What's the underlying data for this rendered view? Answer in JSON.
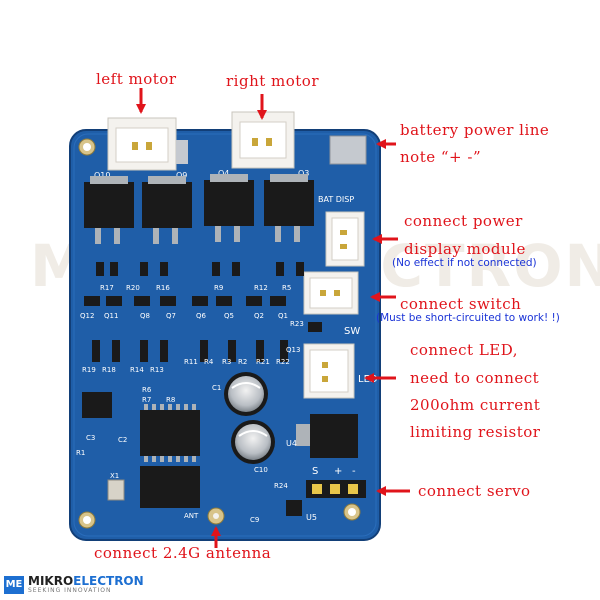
{
  "labels": {
    "left_motor": "left motor",
    "right_motor": "right motor",
    "battery_line1": "battery power line",
    "battery_line2": "note “+ -”",
    "power_line1": "connect power",
    "power_line2": "display module",
    "power_note": "(No effect if not connected)",
    "switch": "connect switch",
    "switch_note": "(Must be short-circuited to work! !)",
    "led_line1": "connect LED,",
    "led_line2": "need to connect",
    "led_line3": "200ohm current",
    "led_line4": "limiting resistor",
    "servo": "connect servo",
    "antenna": "connect 2.4G antenna"
  },
  "silkscreen": {
    "q10": "Q10",
    "q9": "Q9",
    "q4": "Q4",
    "q3": "Q3",
    "bat_disp": "BAT DISP",
    "sw": "SW",
    "led": "LED",
    "s_pin": "S",
    "plus": "+",
    "minus": "-",
    "u4": "U4",
    "u5": "U5",
    "r24": "R24",
    "ant": "ANT",
    "x1": "X1",
    "c9": "C9",
    "c10": "C10",
    "c1": "C1",
    "c2": "C2",
    "c3": "C3",
    "r8": "R8",
    "r6": "R6",
    "r7": "R7",
    "r1": "R1",
    "q12": "Q12",
    "q11": "Q11",
    "q8": "Q8",
    "q7": "Q7",
    "q6": "Q6",
    "q5": "Q5",
    "q2": "Q2",
    "q1": "Q1",
    "r17": "R17",
    "r20": "R20",
    "r16": "R16",
    "r9": "R9",
    "r12": "R12",
    "r5": "R5",
    "r19": "R19",
    "r18": "R18",
    "r14": "R14",
    "r13": "R13",
    "r11": "R11",
    "r4": "R4",
    "r3": "R3",
    "r2": "R2",
    "r21": "R21",
    "r22": "R22",
    "r23": "R23",
    "q13": "Q13"
  },
  "brand": {
    "badge": "ME",
    "name_a": "MIKRO",
    "name_b": "ELECTRON",
    "tagline": "SEEKING INNOVATION",
    "watermark": "MIKROELECTRON"
  },
  "colors": {
    "pcb": "#1f5ea8",
    "pcb_dark": "#174f92",
    "label_red": "#e0141b",
    "note_blue": "#1a33d6",
    "connector": "#f4f2ee",
    "mosfet": "#1a1a1a"
  }
}
